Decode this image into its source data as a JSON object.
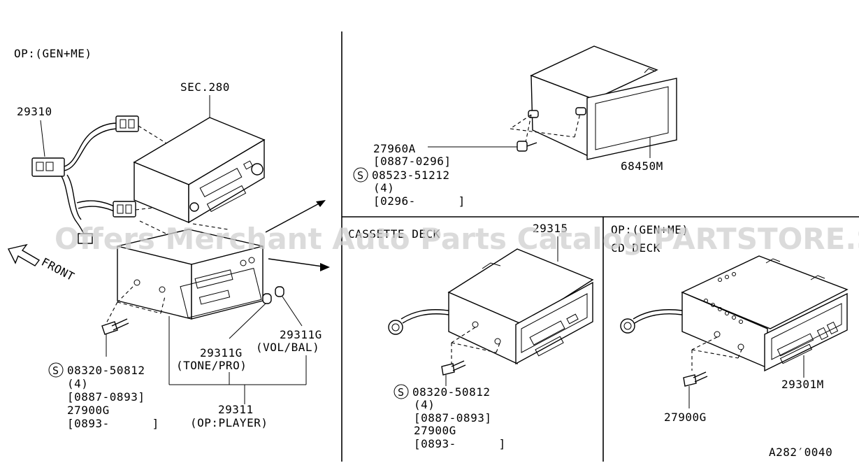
{
  "watermark": "Offers Merchant Auto Parts Catalog PARTSTORE.SA",
  "left_panel": {
    "option_label": "OP:(GEN+ME)",
    "sec_ref": "SEC.280",
    "harness_part": "29310",
    "front_label": "FRONT",
    "knob_part_1": "29311G",
    "knob_part_1_note": "(TONE/PRO)",
    "knob_part_2": "29311G",
    "knob_part_2_note": "(VOL/BAL)",
    "screw_part": "08320-50812",
    "screw_qty": "(4)",
    "screw_range": "[0887-0893]",
    "alt_screw_part": "27900G",
    "alt_screw_range": "[0893-      ]",
    "player_part": "29311",
    "player_note": "(OP:PLAYER)",
    "s_symbol": "S"
  },
  "top_right_panel": {
    "clip_part": "27960A",
    "clip_range": "[0887-0296]",
    "screw_part": "08523-51212",
    "screw_qty": "(4)",
    "screw_range": "[0296-      ]",
    "pocket_part": "68450M",
    "s_symbol": "S"
  },
  "cassette_panel": {
    "title": "CASSETTE DECK",
    "deck_part": "29315",
    "screw_part": "08320-50812",
    "screw_qty": "(4)",
    "screw_range": "[0887-0893]",
    "alt_screw_part": "27900G",
    "alt_screw_range": "[0893-      ]",
    "s_symbol": "S"
  },
  "cd_panel": {
    "option_label": "OP:(GEN+ME)",
    "title": "CD DECK",
    "deck_part": "29301M",
    "screw_part": "27900G"
  },
  "diagram_code": "A282′0040"
}
